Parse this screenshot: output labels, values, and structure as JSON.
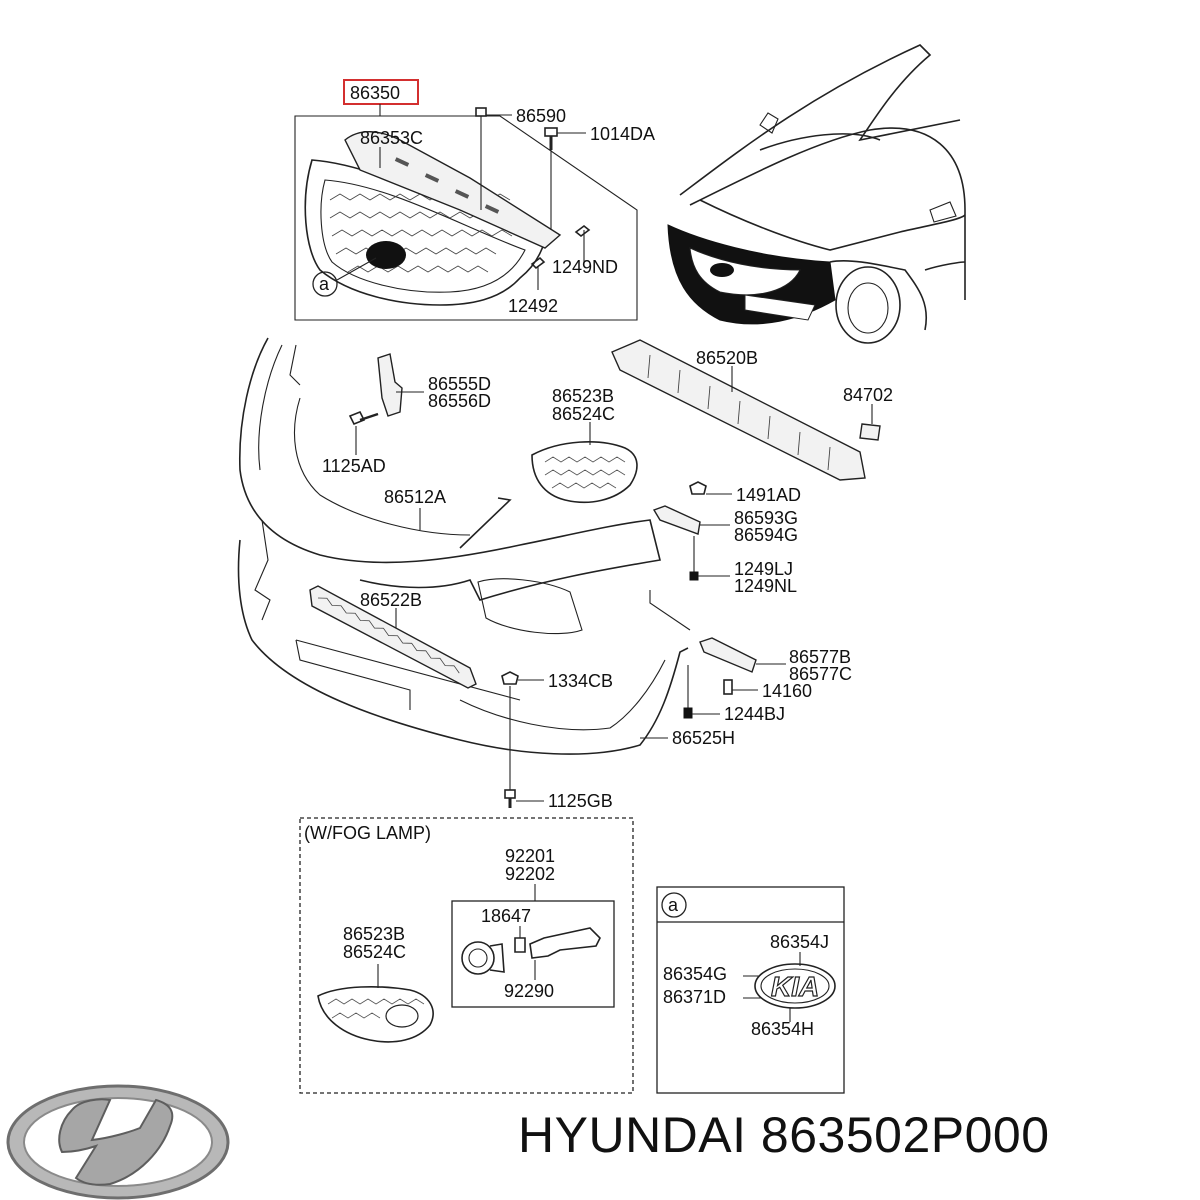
{
  "callouts": {
    "p86350": "86350",
    "p86590": "86590",
    "p1014da": "1014DA",
    "p86353c": "86353C",
    "p1249nd": "1249ND",
    "p12492": "12492",
    "pa_top": "a",
    "p86520b": "86520B",
    "p84702": "84702",
    "p86555d": "86555D",
    "p86556d": "86556D",
    "p86523b": "86523B",
    "p86524c": "86524C",
    "p1125ad": "1125AD",
    "p86512a": "86512A",
    "p1491ad": "1491AD",
    "p86593g": "86593G",
    "p86594g": "86594G",
    "p1249lj": "1249LJ",
    "p1249nl": "1249NL",
    "p86522b": "86522B",
    "p86577b": "86577B",
    "p86577c": "86577C",
    "p1334cb": "1334CB",
    "p14160": "14160",
    "p1244bj": "1244BJ",
    "p86525h": "86525H",
    "p1125gb": "1125GB",
    "fog_title": "(W/FOG LAMP)",
    "p92201": "92201",
    "p92202": "92202",
    "p18647": "18647",
    "p92290": "92290",
    "fog_86523b": "86523B",
    "fog_86524c": "86524C",
    "pa_box": "a",
    "p86354j": "86354J",
    "p86354g": "86354G",
    "p86371d": "86371D",
    "p86354h": "86354H",
    "emblem_text": "KIA"
  },
  "brand": {
    "caption": "HYUNDAI 863502P000",
    "highlight_color": "#d32f2f"
  }
}
